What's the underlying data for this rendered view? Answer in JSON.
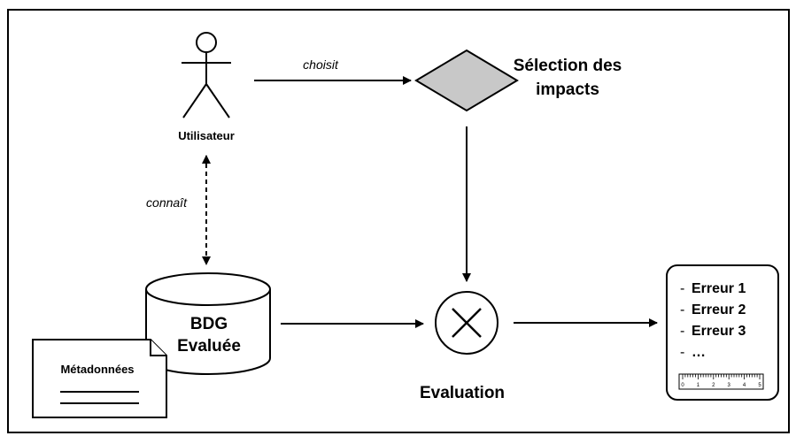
{
  "actor": {
    "label": "Utilisateur"
  },
  "edges": {
    "choisit": "choisit",
    "connait": "connaît"
  },
  "decision": {
    "label_line1": "Sélection des",
    "label_line2": "impacts"
  },
  "database": {
    "line1": "BDG",
    "line2": "Evaluée"
  },
  "metadata": {
    "label": "Métadonnées"
  },
  "evaluation": {
    "label": "Evaluation"
  },
  "results": {
    "items": [
      "Erreur 1",
      "Erreur 2",
      "Erreur 3",
      "…"
    ],
    "bullet": "-",
    "ruler_ticks": [
      "0",
      "1",
      "2",
      "3",
      "4",
      "5"
    ]
  },
  "colors": {
    "decision_fill": "#c8c8c8",
    "stroke": "#000000",
    "background": "#ffffff"
  }
}
